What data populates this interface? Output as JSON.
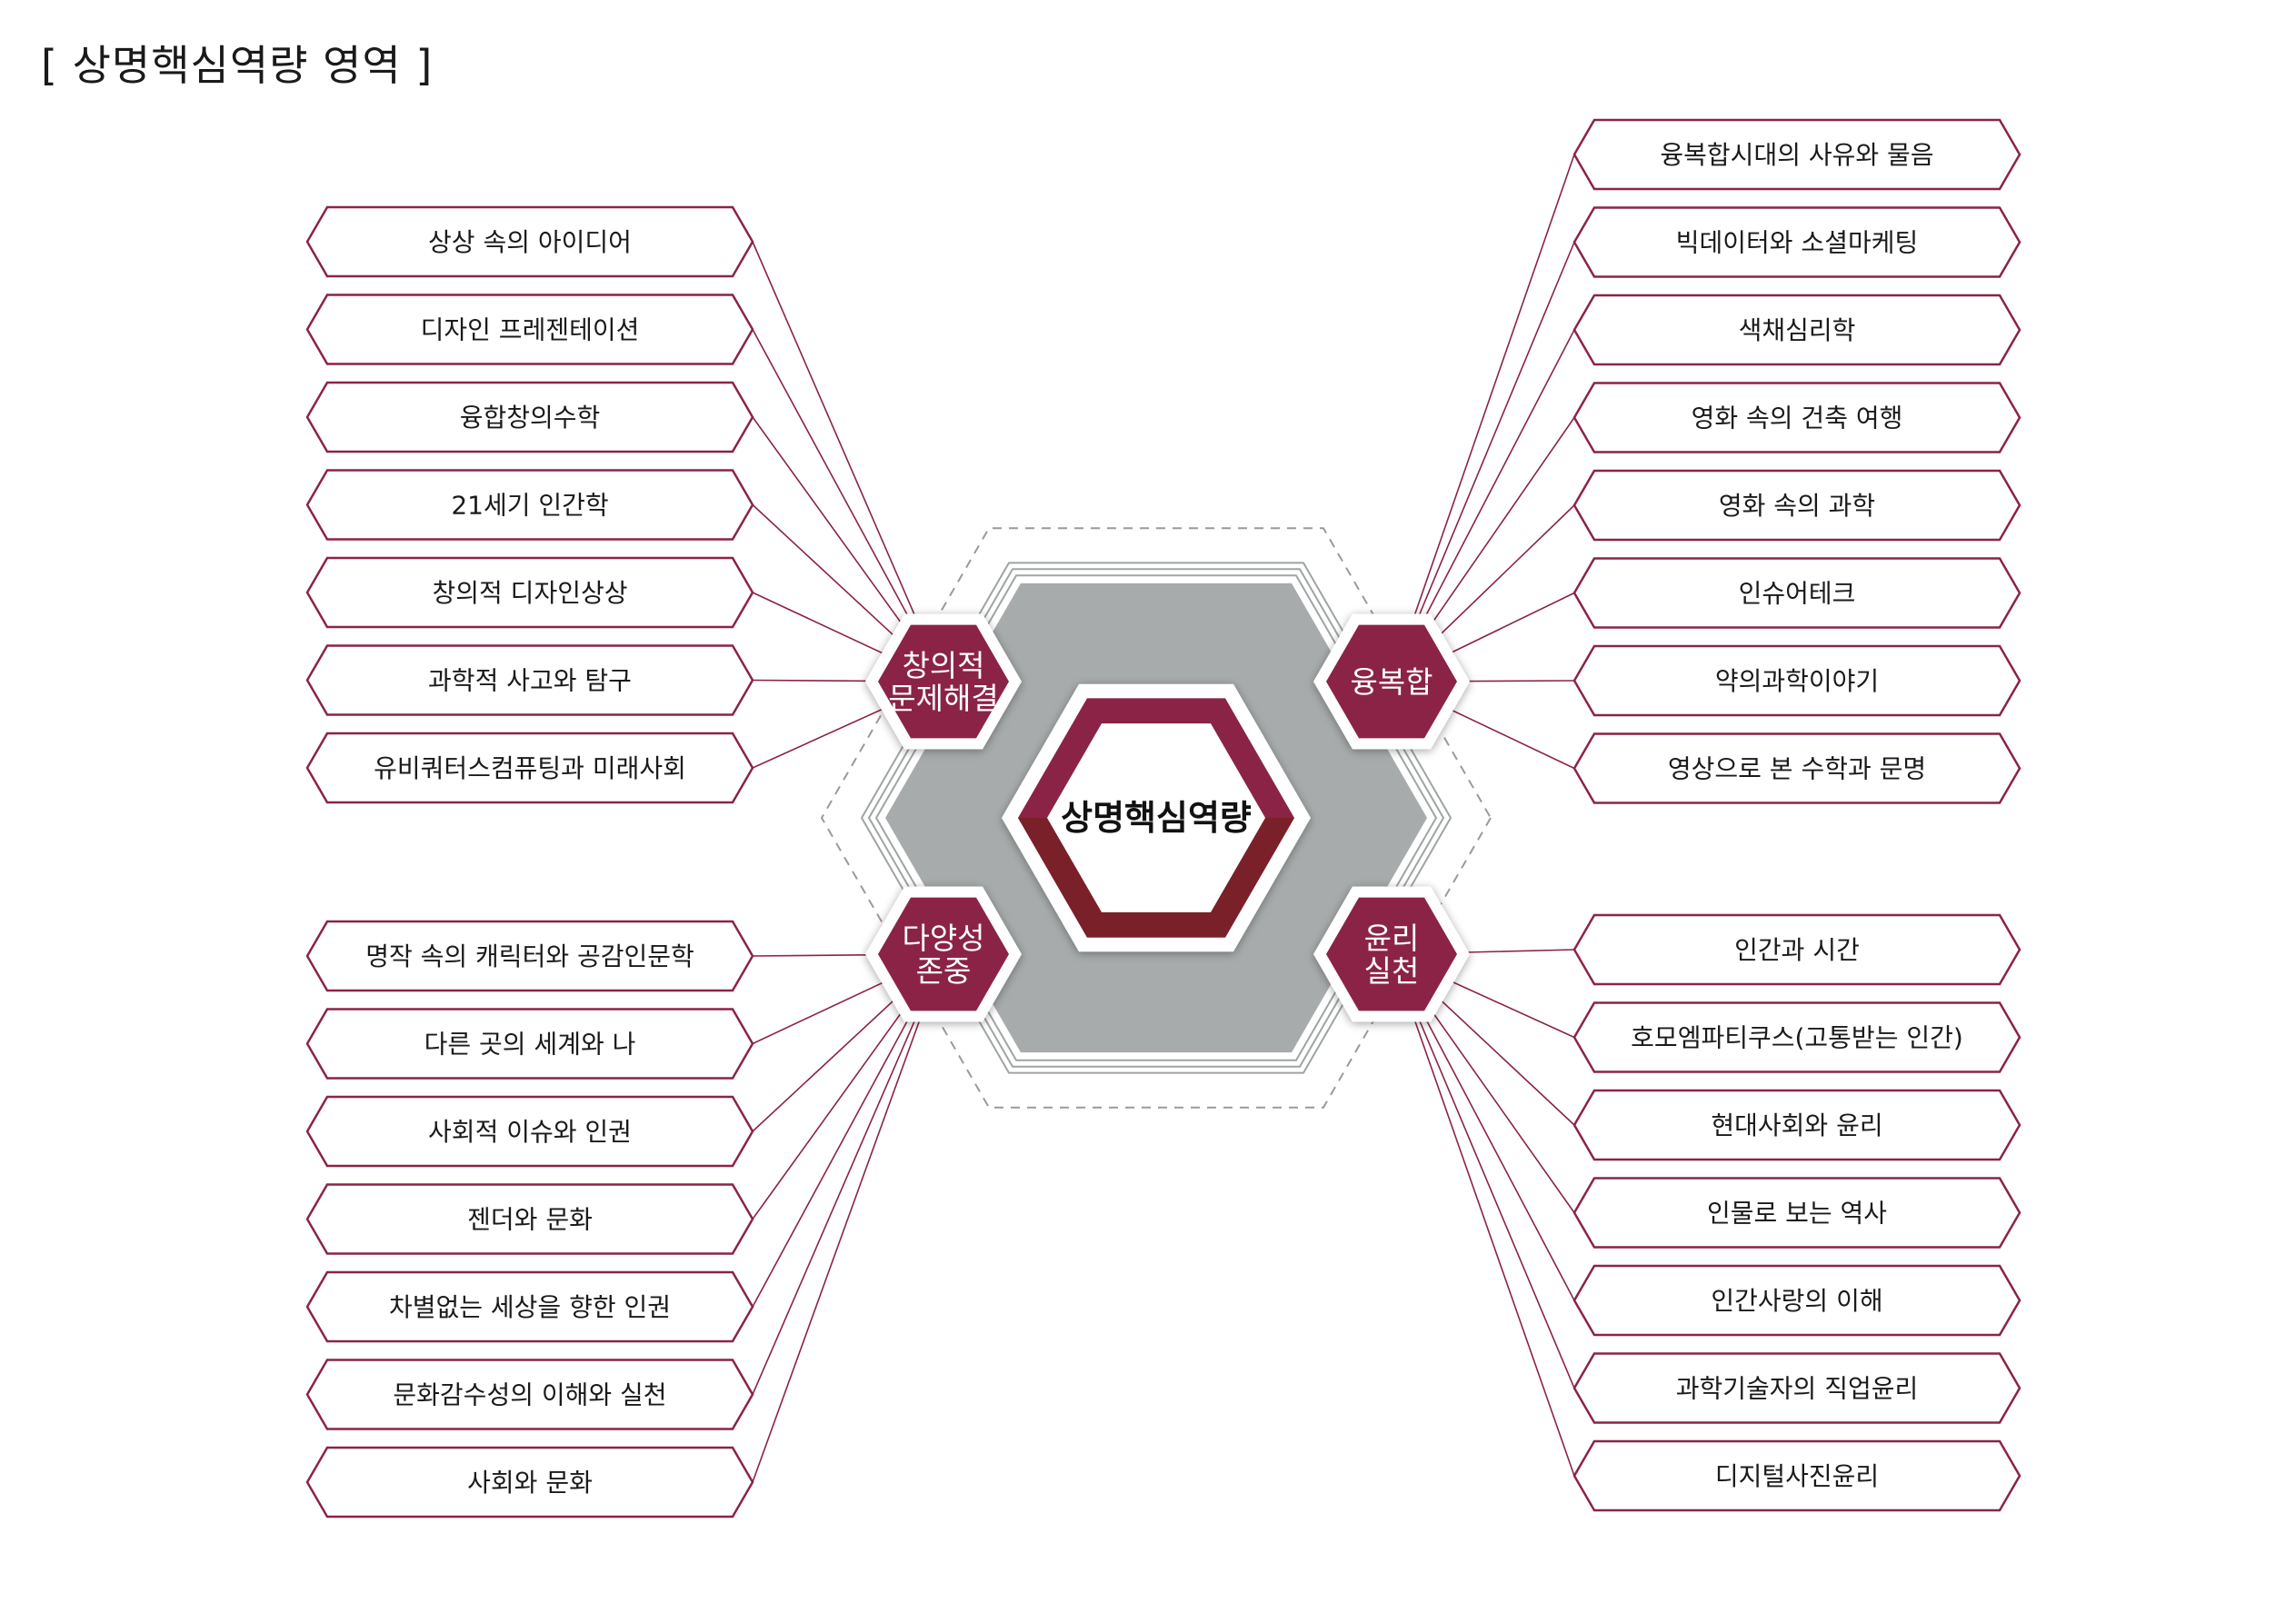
{
  "title": "[ 상명핵심역량 영역 ]",
  "colors": {
    "accent": "#8b2347",
    "accent_dark": "#7a2028",
    "gray_hex": "#a7abab",
    "line": "#8b2347",
    "dash": "#9a9a9a"
  },
  "center": {
    "label": "상명핵심역량"
  },
  "competencies": {
    "creative": {
      "lines": [
        "창의적",
        "문제해결"
      ],
      "courses": [
        "상상 속의 아이디어",
        "디자인 프레젠테이션",
        "융합창의수학",
        "21세기 인간학",
        "창의적 디자인상상",
        "과학적 사고와 탐구",
        "유비쿼터스컴퓨팅과 미래사회"
      ]
    },
    "convergence": {
      "lines": [
        "융복합"
      ],
      "courses": [
        "융복합시대의 사유와 물음",
        "빅데이터와 소셜마케팅",
        "색채심리학",
        "영화 속의 건축 여행",
        "영화 속의 과학",
        "인슈어테크",
        "약의과학이야기",
        "영상으로 본 수학과 문명"
      ]
    },
    "diversity": {
      "lines": [
        "다양성",
        "존중"
      ],
      "courses": [
        "명작 속의 캐릭터와 공감인문학",
        "다른 곳의 세계와 나",
        "사회적 이슈와 인권",
        "젠더와 문화",
        "차별없는 세상을 향한 인권",
        "문화감수성의 이해와 실천",
        "사회와 문화"
      ]
    },
    "ethics": {
      "lines": [
        "윤리",
        "실천"
      ],
      "courses": [
        "인간과 시간",
        "호모엠파티쿠스(고통받는 인간)",
        "현대사회와 윤리",
        "인물로 보는 역사",
        "인간사랑의 이해",
        "과학기술자의 직업윤리",
        "디지털사진윤리"
      ]
    }
  }
}
